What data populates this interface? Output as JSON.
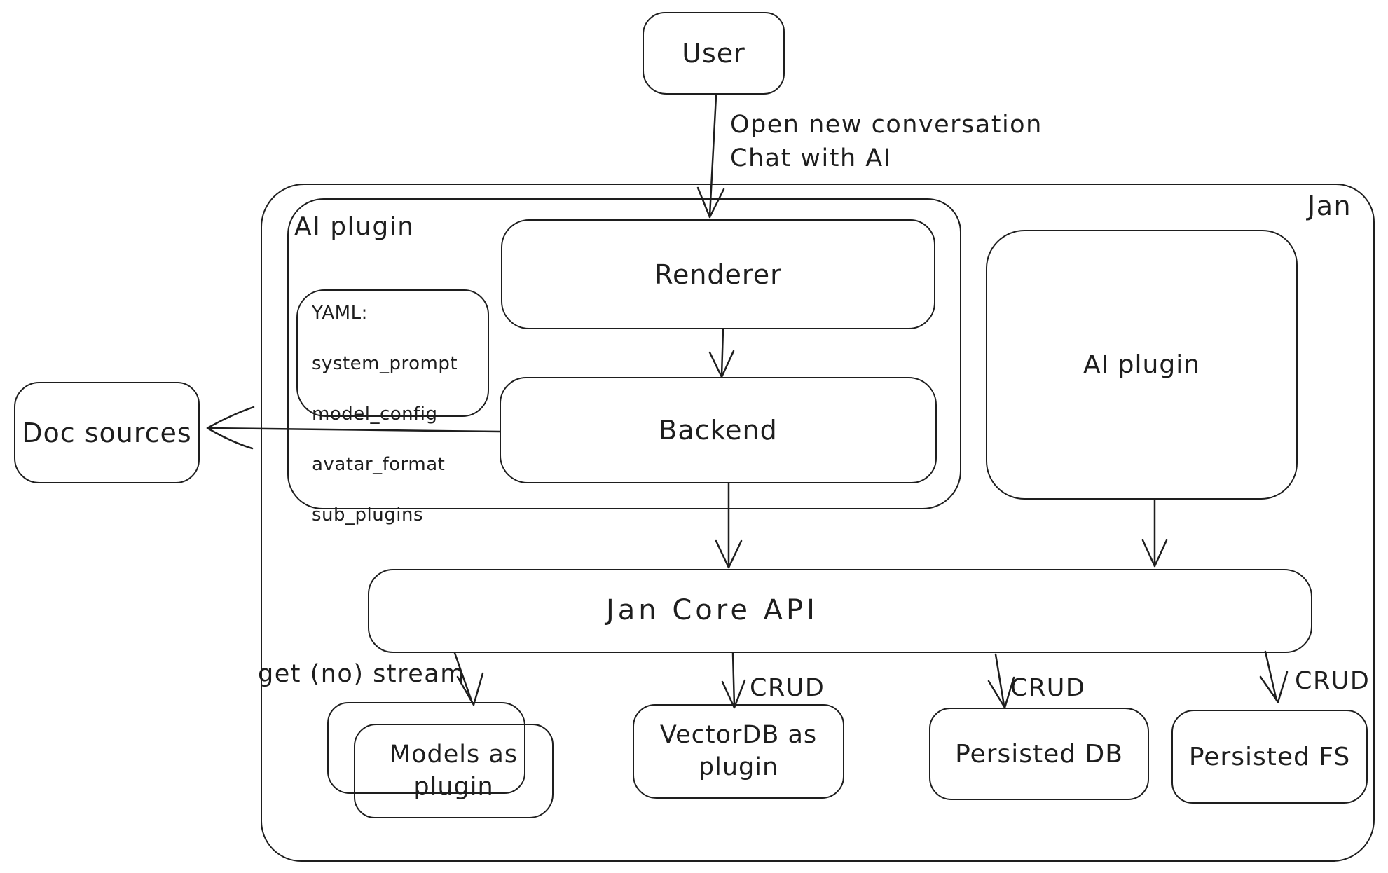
{
  "diagram": {
    "title_context": "Jan architecture sketch",
    "colors": {
      "stroke": "#1e1e1e",
      "background": "#ffffff"
    },
    "nodes": {
      "user": {
        "label": "User"
      },
      "jan": {
        "label": "Jan"
      },
      "ai_plugin_left": {
        "label": "AI plugin"
      },
      "yaml_note": {
        "lines": {
          "0": "YAML:",
          "1": "system_prompt",
          "2": "model_config",
          "3": "avatar_format",
          "4": "sub_plugins"
        }
      },
      "renderer": {
        "label": "Renderer"
      },
      "backend": {
        "label": "Backend"
      },
      "doc_sources": {
        "label": "Doc sources"
      },
      "ai_plugin_right": {
        "label": "AI plugin"
      },
      "jan_core_api": {
        "label": "Jan Core API"
      },
      "models_plugin": {
        "label": "Models as plugin"
      },
      "vectordb_plugin": {
        "label": "VectorDB as plugin"
      },
      "persisted_db": {
        "label": "Persisted DB"
      },
      "persisted_fs": {
        "label": "Persisted FS"
      }
    },
    "edges": {
      "user_to_renderer": {
        "label_line1": "Open new conversation",
        "label_line2": "Chat with AI"
      },
      "api_to_models": {
        "label": "get (no) stream"
      },
      "api_to_vectordb": {
        "label": "CRUD"
      },
      "api_to_persisted_db": {
        "label": "CRUD"
      },
      "api_to_persisted_fs": {
        "label": "CRUD"
      }
    }
  }
}
